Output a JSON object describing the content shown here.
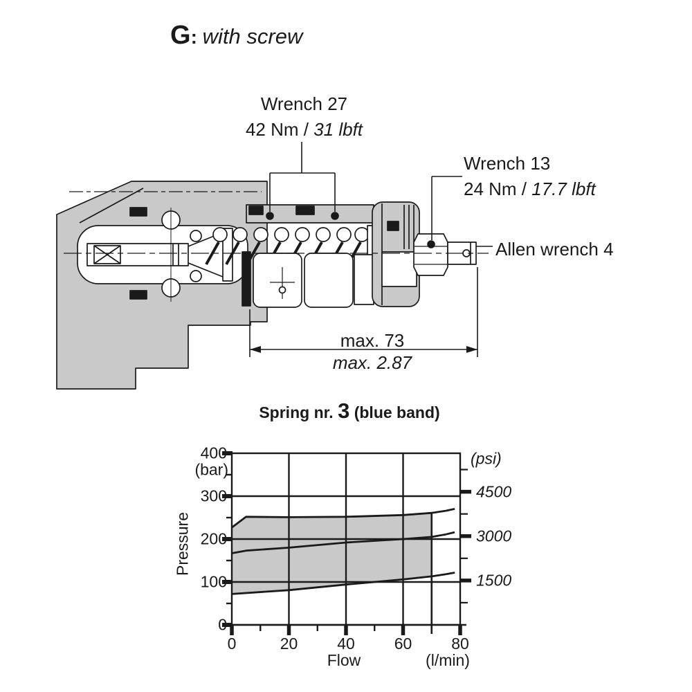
{
  "page": {
    "background": "#ffffff",
    "ink": "#1a1a1a",
    "fill_gray": "#c9c9c9"
  },
  "title": {
    "code": "G",
    "separator": ": ",
    "name": "with screw"
  },
  "valve_annotations": {
    "wrench_27": {
      "line1": "Wrench 27",
      "torque_metric": "42 Nm / ",
      "torque_imperial": "31 lbft"
    },
    "wrench_13": {
      "line1": "Wrench 13",
      "torque_metric": "24 Nm / ",
      "torque_imperial": "17.7 lbft"
    },
    "allen_wrench": {
      "label": "Allen wrench 4"
    },
    "length_dimension": {
      "metric": "max. 73",
      "imperial": "max. 2.87"
    }
  },
  "spring_caption": {
    "prefix": "Spring nr. ",
    "number": "3",
    "suffix": " (blue band)"
  },
  "chart_data": {
    "type": "area",
    "title": "Spring nr. 3 (blue band)",
    "xlabel": "Flow",
    "x_unit": "(l/min)",
    "ylabel": "Pressure",
    "y_unit_left": "(bar)",
    "y_unit_right": "(psi)",
    "xlim": [
      0,
      80
    ],
    "ylim": [
      0,
      400
    ],
    "x_major_ticks": [
      0,
      20,
      40,
      60,
      80
    ],
    "x_minor_ticks": [
      10,
      30,
      50
    ],
    "y_major_ticks": [
      0,
      100,
      200,
      300,
      400
    ],
    "y_minor_ticks": [
      50,
      150,
      250,
      350
    ],
    "right_axis_major_ticks_psi": [
      1500,
      3000,
      4500
    ],
    "right_axis_minor_ticks_psi": [
      750,
      2250,
      3750,
      5250
    ],
    "psi_per_bar": 14.5038,
    "grid": "on",
    "grid_x": [
      20,
      40,
      60
    ],
    "grid_y": [
      100,
      200,
      300
    ],
    "band_end_x": 70,
    "band_fill": "#c9c9c9",
    "legend": "none",
    "series": [
      {
        "name": "upper-pressure-limit",
        "solid": [
          [
            0,
            227
          ],
          [
            5,
            252
          ],
          [
            20,
            251
          ],
          [
            40,
            252
          ],
          [
            60,
            256
          ],
          [
            70,
            261
          ],
          [
            75,
            266
          ]
        ],
        "dashed": [
          [
            75,
            266
          ],
          [
            80,
            273
          ]
        ]
      },
      {
        "name": "mid-pressure-setting",
        "solid": [
          [
            0,
            167
          ],
          [
            5,
            173
          ],
          [
            20,
            180
          ],
          [
            40,
            192
          ],
          [
            60,
            200
          ],
          [
            70,
            205
          ],
          [
            75,
            211
          ]
        ],
        "dashed": [
          [
            75,
            211
          ],
          [
            80,
            219
          ]
        ]
      },
      {
        "name": "lower-pressure-limit",
        "solid": [
          [
            0,
            72
          ],
          [
            20,
            81
          ],
          [
            40,
            94
          ],
          [
            60,
            106
          ],
          [
            70,
            113
          ],
          [
            75,
            118
          ]
        ],
        "dashed": [
          [
            75,
            118
          ],
          [
            80,
            124
          ]
        ]
      }
    ]
  }
}
